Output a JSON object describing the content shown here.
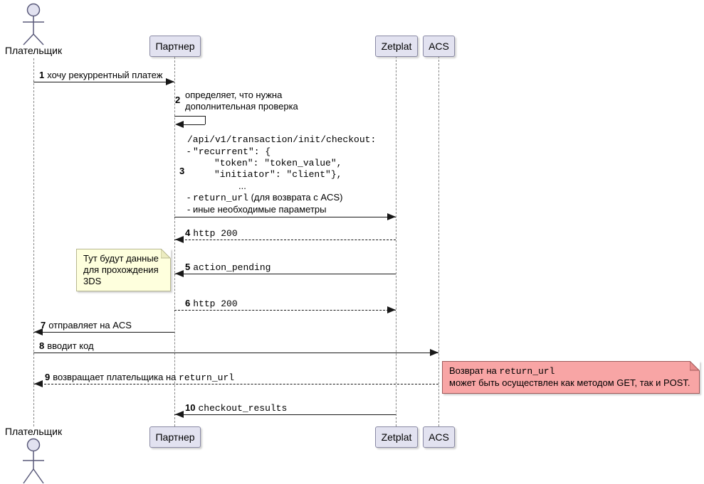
{
  "participants": {
    "actor_top": "Плательщик",
    "actor_bottom": "Плательщик",
    "partner": "Партнер",
    "zetplat": "Zetplat",
    "acs": "ACS"
  },
  "messages": {
    "m1": {
      "num": "1",
      "text": "хочу рекуррентный платеж"
    },
    "m2": {
      "num": "2",
      "line1": "определяет, что нужна",
      "line2": "дополнительная проверка"
    },
    "m3": {
      "num": "3",
      "l1": "/api/v1/transaction/init/checkout:",
      "l2a": "- ",
      "l2b": "\"recurrent\": {",
      "l3": "\"token\": \"token_value\",",
      "l4": "\"initiator\": \"client\"},",
      "l5": "...",
      "l6a": "- ",
      "l6b": "return_url",
      "l6c": " (для возврата с ACS)",
      "l7": "- иные необходимые параметры"
    },
    "m4": {
      "num": "4",
      "text": "http 200"
    },
    "m5": {
      "num": "5",
      "text": "action_pending"
    },
    "m6": {
      "num": "6",
      "text": "http 200"
    },
    "m7": {
      "num": "7",
      "text": "отправляет на ACS"
    },
    "m8": {
      "num": "8",
      "text": "вводит код"
    },
    "m9": {
      "num": "9",
      "texta": "возвращает плательщика на ",
      "textb": "return_url"
    },
    "m10": {
      "num": "10",
      "text": "checkout_results"
    }
  },
  "notes": {
    "threeds": {
      "line1": "Тут будут данные",
      "line2": "для прохождения",
      "line3": "3DS"
    },
    "return_note": {
      "l1a": "Возврат на ",
      "l1b": "return_url",
      "line2": "может быть осуществлен как методом GET, так и POST."
    }
  },
  "colors": {
    "participant_fill": "#E2E2F0",
    "note_yellow": "#FEFFDD",
    "note_pink": "#F8A5A5",
    "arrow": "#181818",
    "lifeline": "#888888"
  }
}
